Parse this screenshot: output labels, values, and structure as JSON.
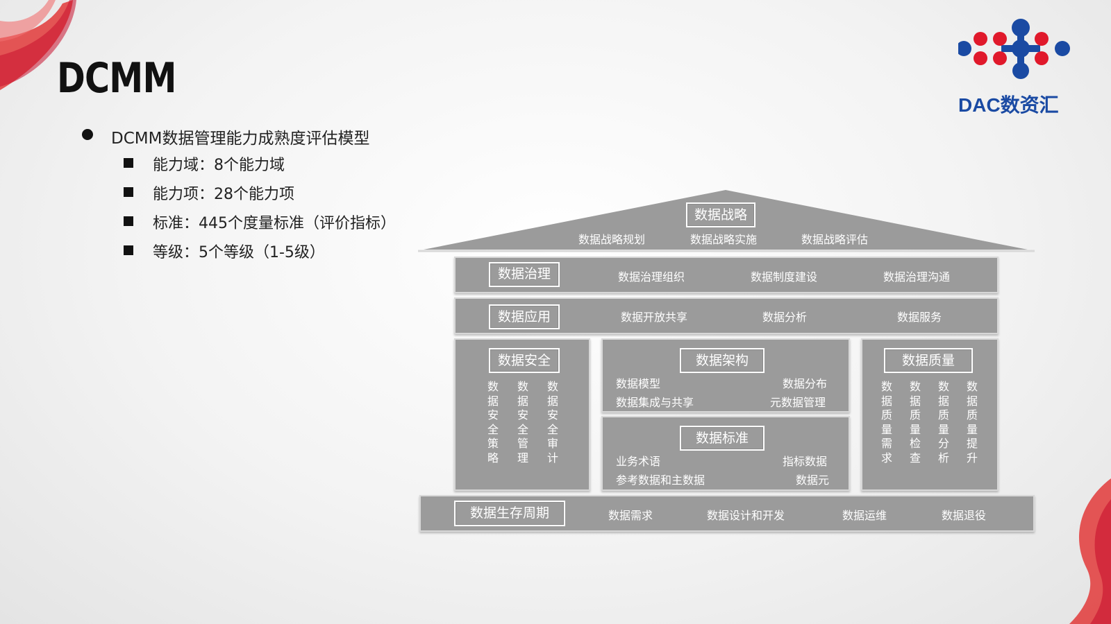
{
  "slide": {
    "title": "DCMM",
    "bullet_main": "DCMM数据管理能力成熟度评估模型",
    "sub_bullets": [
      "能力域：8个能力域",
      "能力项：28个能力项",
      "标准：445个度量标准（评价指标）",
      "等级：5个等级（1-5级）"
    ]
  },
  "logo": {
    "text": "DAC数资汇",
    "colors": {
      "blue": "#1a4aa3",
      "red": "#e0192b"
    }
  },
  "diagram": {
    "strategy": {
      "label": "数据战略",
      "items": [
        "数据战略规划",
        "数据战略实施",
        "数据战略评估"
      ]
    },
    "governance": {
      "label": "数据治理",
      "items": [
        "数据治理组织",
        "数据制度建设",
        "数据治理沟通"
      ]
    },
    "application": {
      "label": "数据应用",
      "items": [
        "数据开放共享",
        "数据分析",
        "数据服务"
      ]
    },
    "security": {
      "label": "数据安全",
      "items": [
        "数据安全策略",
        "数据安全管理",
        "数据安全审计"
      ]
    },
    "architecture": {
      "label": "数据架构",
      "items": [
        "数据模型",
        "数据分布",
        "数据集成与共享",
        "元数据管理"
      ]
    },
    "standard": {
      "label": "数据标准",
      "items": [
        "业务术语",
        "指标数据",
        "参考数据和主数据",
        "数据元"
      ]
    },
    "quality": {
      "label": "数据质量",
      "items": [
        "数据质量需求",
        "数据质量检查",
        "数据质量分析",
        "数据质量提升"
      ]
    },
    "lifecycle": {
      "label": "数据生存周期",
      "items": [
        "数据需求",
        "数据设计和开发",
        "数据运维",
        "数据退役"
      ]
    }
  },
  "colors": {
    "block_gray": "#9b9b9b",
    "label_text": "#ffffff",
    "accent_red": "#e0192b"
  }
}
